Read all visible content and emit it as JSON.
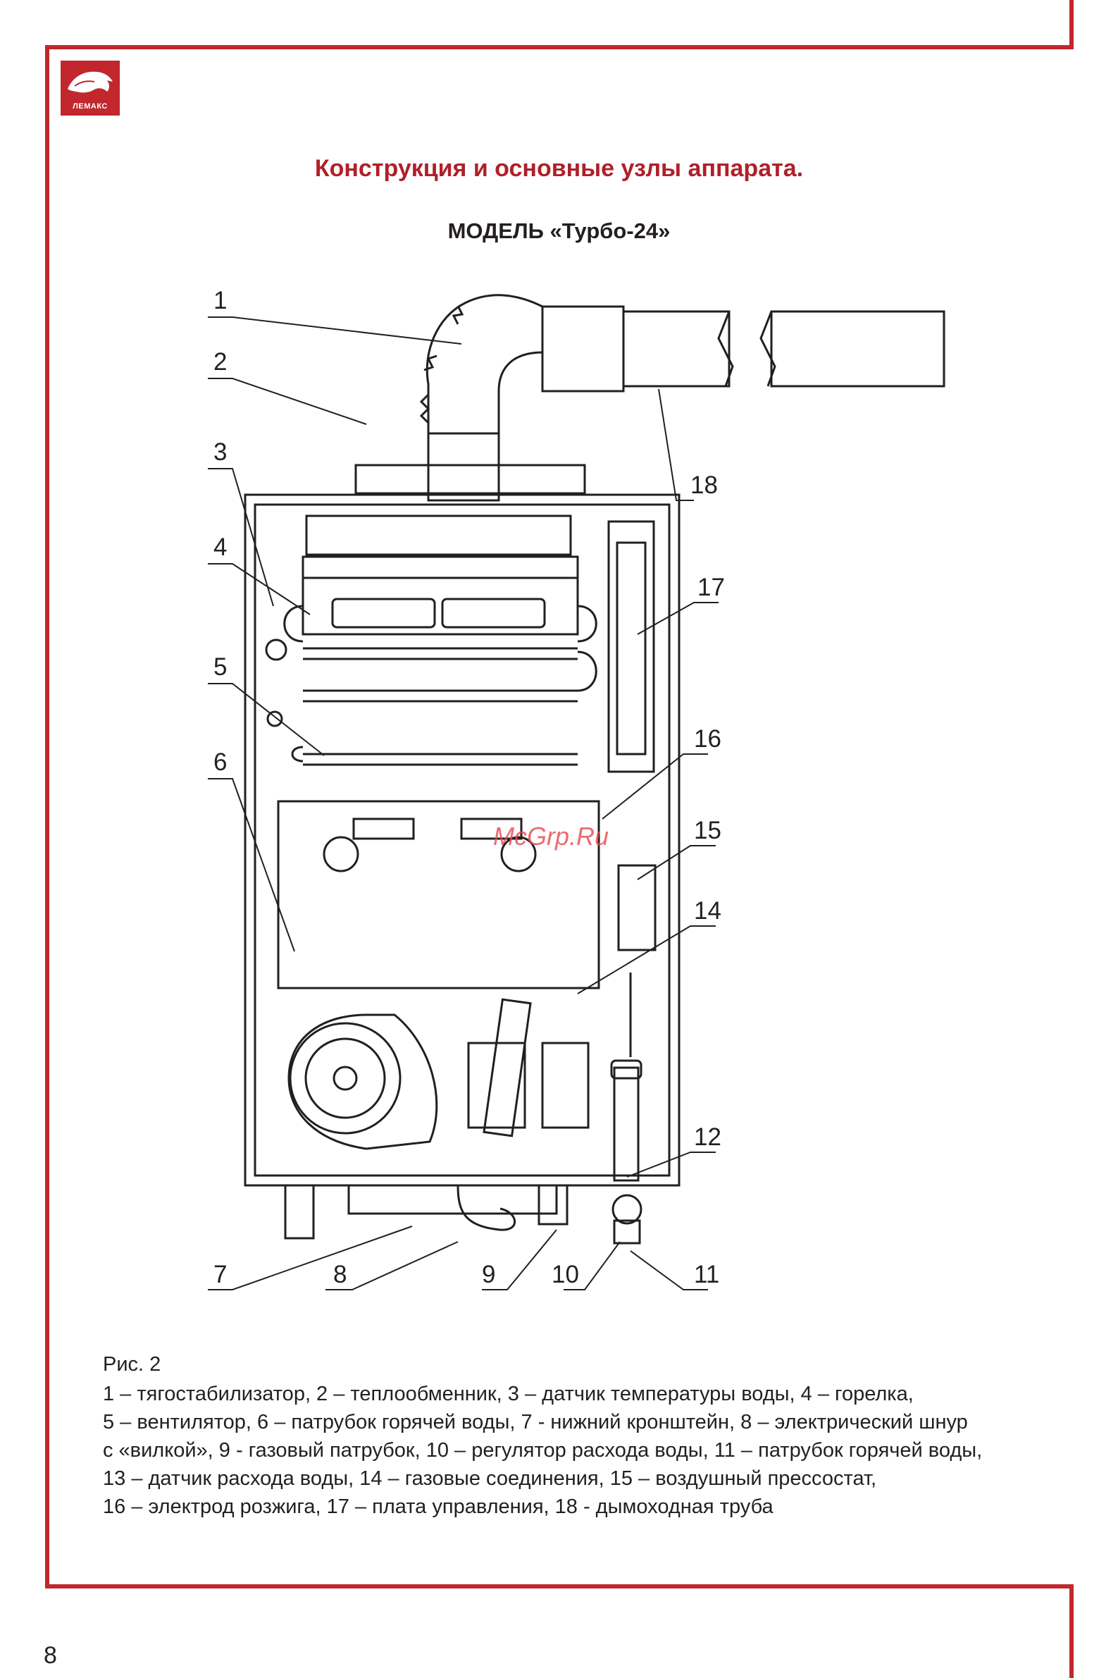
{
  "brand": {
    "name": "ЛЕМАКС",
    "color": "#c1272d"
  },
  "title": "Конструкция и основные узлы аппарата.",
  "model": "МОДЕЛЬ «Турбо-24»",
  "watermark": "McGrp.Ru",
  "figure": {
    "label": "Рис. 2",
    "legend_lines": [
      "1 – тягостабилизатор, 2 – теплообменник, 3 – датчик температуры воды, 4 – горелка,",
      "5 – вентилятор, 6 – патрубок горячей воды, 7 - нижний кронштейн, 8 – электрический шнур",
      "с «вилкой», 9 - газовый патрубок, 10 – регулятор расхода воды, 11 – патрубок горячей воды,",
      "13 – датчик расхода воды, 14 – газовые соединения, 15 – воздушный прессостат,",
      "16 – электрод розжига,  17 – плата управления,  18 - дымоходная труба"
    ],
    "callouts": [
      "1",
      "2",
      "3",
      "4",
      "5",
      "6",
      "7",
      "8",
      "9",
      "10",
      "11",
      "12",
      "14",
      "15",
      "16",
      "17",
      "18"
    ]
  },
  "page_number": "8",
  "colors": {
    "accent": "#c1272d",
    "title": "#b01f2a",
    "line": "#231f20"
  }
}
